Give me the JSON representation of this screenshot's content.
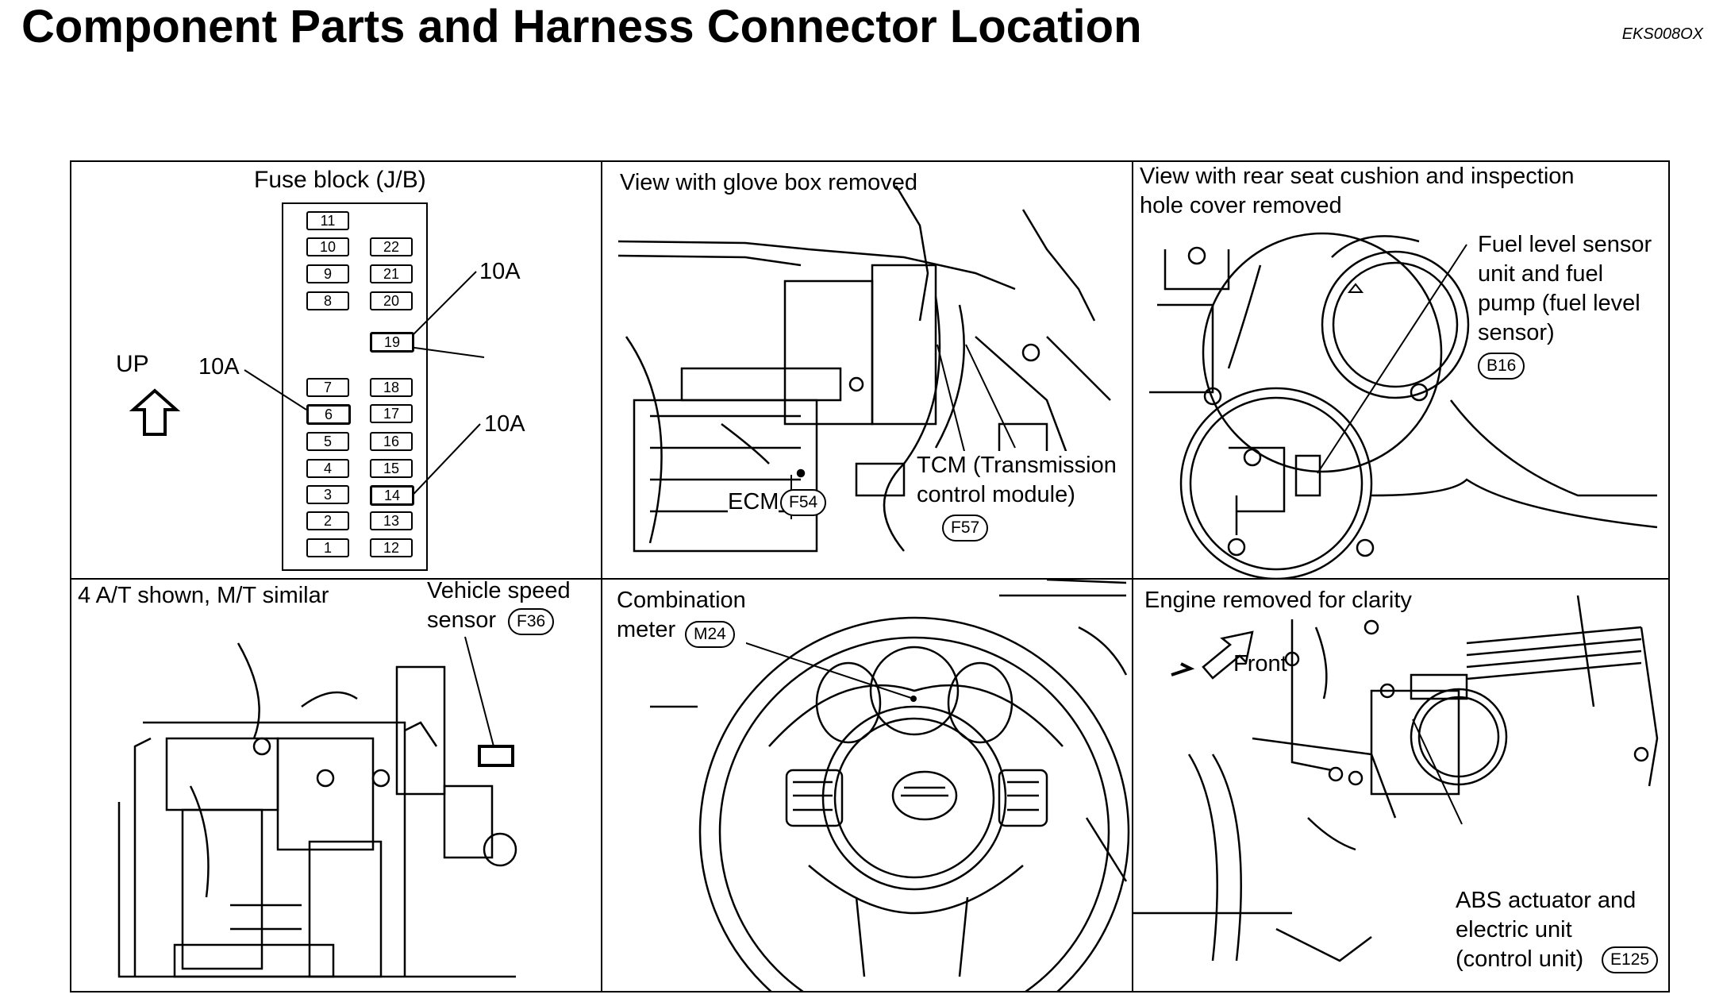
{
  "page": {
    "title": "Component Parts and Harness Connector Location",
    "code": "EKS008OX"
  },
  "panels": {
    "fuse_block": {
      "title": "Fuse block (J/B)",
      "up_label": "UP",
      "callout_left": "10A",
      "callout_top": "10A",
      "callout_right": "10A",
      "fuses_left": [
        "11",
        "10",
        "9",
        "8",
        "7",
        "6",
        "5",
        "4",
        "3",
        "2",
        "1"
      ],
      "fuses_right": [
        "22",
        "21",
        "20",
        "19",
        "18",
        "17",
        "16",
        "15",
        "14",
        "13",
        "12"
      ]
    },
    "glove_box": {
      "title": "View with glove box removed",
      "ecm_label": "ECM",
      "ecm_connector": "F54",
      "tcm_label": "TCM (Transmission\ncontrol module)",
      "tcm_connector": "F57"
    },
    "rear_seat": {
      "title": "View with rear seat cushion and inspection\nhole cover removed",
      "fuel_label": "Fuel level sensor\nunit and fuel\npump (fuel level\nsensor)",
      "fuel_connector": "B16"
    },
    "transmission": {
      "title": "4 A/T shown, M/T similar",
      "vss_label": "Vehicle speed\nsensor",
      "vss_connector": "F36"
    },
    "combination_meter": {
      "title": "Combination\nmeter",
      "connector": "M24"
    },
    "abs": {
      "title": "Engine removed for clarity",
      "front_label": "Front",
      "abs_label": "ABS actuator and\nelectric unit\n(control unit)",
      "abs_connector": "E125"
    }
  }
}
